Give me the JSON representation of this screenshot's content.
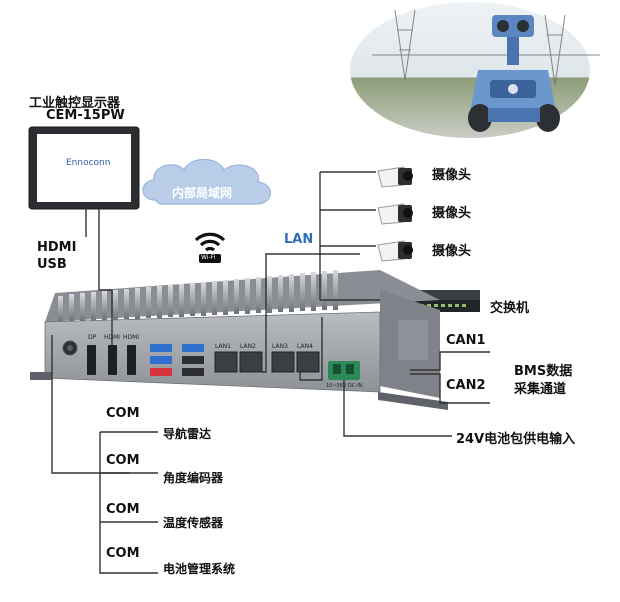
{
  "monitor": {
    "title": "工业触控显示器",
    "model": "CEM-15PW",
    "brand": "Ennoconn"
  },
  "cloud_label": "内部局域网",
  "wifi_text": "Wi-Fi",
  "host_links": {
    "hdmi": "HDMI",
    "usb": "USB",
    "lan": "LAN"
  },
  "cameras": [
    {
      "label": "摄像头"
    },
    {
      "label": "摄像头"
    },
    {
      "label": "摄像头"
    }
  ],
  "switch_label": "交换机",
  "can": {
    "can1": "CAN1",
    "can2": "CAN2",
    "bms_line1": "BMS数据",
    "bms_line2": "采集通道"
  },
  "power_label": "24V电池包供电输入",
  "com_devices": [
    {
      "port": "COM",
      "device": "导航雷达"
    },
    {
      "port": "COM",
      "device": "角度编码器"
    },
    {
      "port": "COM",
      "device": "温度传感器"
    },
    {
      "port": "COM",
      "device": "电池管理系统"
    }
  ],
  "panel_labels": {
    "dp": "DP",
    "hdmi1": "HDMI",
    "hdmi2": "HDMI",
    "lan1": "LAN1",
    "lan2": "LAN2",
    "lan3": "LAN3",
    "lan4": "LAN4",
    "dc": "10~36V DC-IN"
  },
  "colors": {
    "line": "#333333",
    "box_body": "#8e9299",
    "box_front": "#a9adb3",
    "cloud": "#b9cde8",
    "lan_accent": "#2f6fb7",
    "usb3": "#2e6fd0",
    "usb_red": "#d8323c",
    "terminal_green": "#2b8a57"
  }
}
